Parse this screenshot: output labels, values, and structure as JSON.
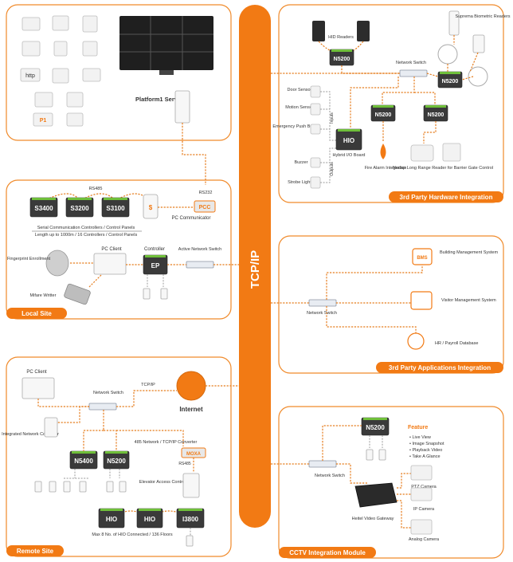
{
  "backbone": {
    "label": "TCP/IP"
  },
  "top_left": {
    "server_label": "Platform1 Server",
    "icon_labels": [
      "http",
      "P1"
    ]
  },
  "local_site": {
    "tag": "Local Site",
    "rs485": "RS485",
    "rs232": "RS232",
    "controllers": [
      "S3400",
      "S3200",
      "S3100"
    ],
    "pcc": "PCC",
    "pc_communicator": "PC Communicator",
    "serial_caption": "Serial Communication Controllers / Control Panels",
    "length_caption": "Length up to 1000m / 16 Controllers / Control Panels",
    "pc_client": "PC Client",
    "controller_label": "Controller",
    "ep": "EP",
    "active_switch": "Active Network Switch",
    "fingerprint": "Fingerprint Enrollment",
    "mifare": "Mifare Writter"
  },
  "hardware": {
    "tag": "3rd Party Hardware Integration",
    "hid_readers": "HID Readers",
    "suprema": "Suprema Biometric Readers",
    "network_switch": "Network Switch",
    "n5200": "N5200",
    "door_sensor": "Door Sensor",
    "motion_sensor": "Motion Sensor",
    "emergency": "Emergency Push Button",
    "buzzer": "Buzzer",
    "strobe": "Strobe Light",
    "inputs": "Inputs",
    "outputs": "Outputs",
    "hio": "HIO",
    "hybrid": "Hybrid I/O Board",
    "fire_alarm": "Fire Alarm Integration",
    "nedap": "Nedap Long Range Reader for Barrier Gate Control"
  },
  "applications": {
    "tag": "3rd Party Applications Integration",
    "bms": "BMS",
    "bms_label": "Building Management System",
    "visitor": "Visitor Management System",
    "hr": "HR / Payroll Database",
    "network_switch": "Network Switch"
  },
  "remote_site": {
    "tag": "Remote Site",
    "pc_client": "PC Client",
    "tcpip": "TCP/IP",
    "internet": "Internet",
    "network_switch": "Network Switch",
    "integrated": "Integrated Network Controller",
    "n5400": "N5400",
    "n5200": "N5200",
    "converter": "485 Network / TCP/IP Converter",
    "moxa": "MOXA",
    "rs485": "RS485",
    "elevator": "Elevator Access Control",
    "hio1": "HIO",
    "hio2": "HIO",
    "i3800": "I3800",
    "max_caption": "Max 8 No. of HIO Connected / 136 Floors"
  },
  "cctv": {
    "tag": "CCTV Integration Module",
    "n5200": "N5200",
    "feature_title": "Feature",
    "features": [
      "Live View",
      "Image Snapshot",
      "Playback Video",
      "Take A Glance"
    ],
    "network_switch": "Network Switch",
    "gateway": "Heitel Video Gateway",
    "ptz": "PTZ Camera",
    "ip": "IP Camera",
    "analog": "Analog Camera"
  },
  "colors": {
    "accent": "#f27a14",
    "controller": "#3a3a3a",
    "led": "#6fbf3a"
  }
}
